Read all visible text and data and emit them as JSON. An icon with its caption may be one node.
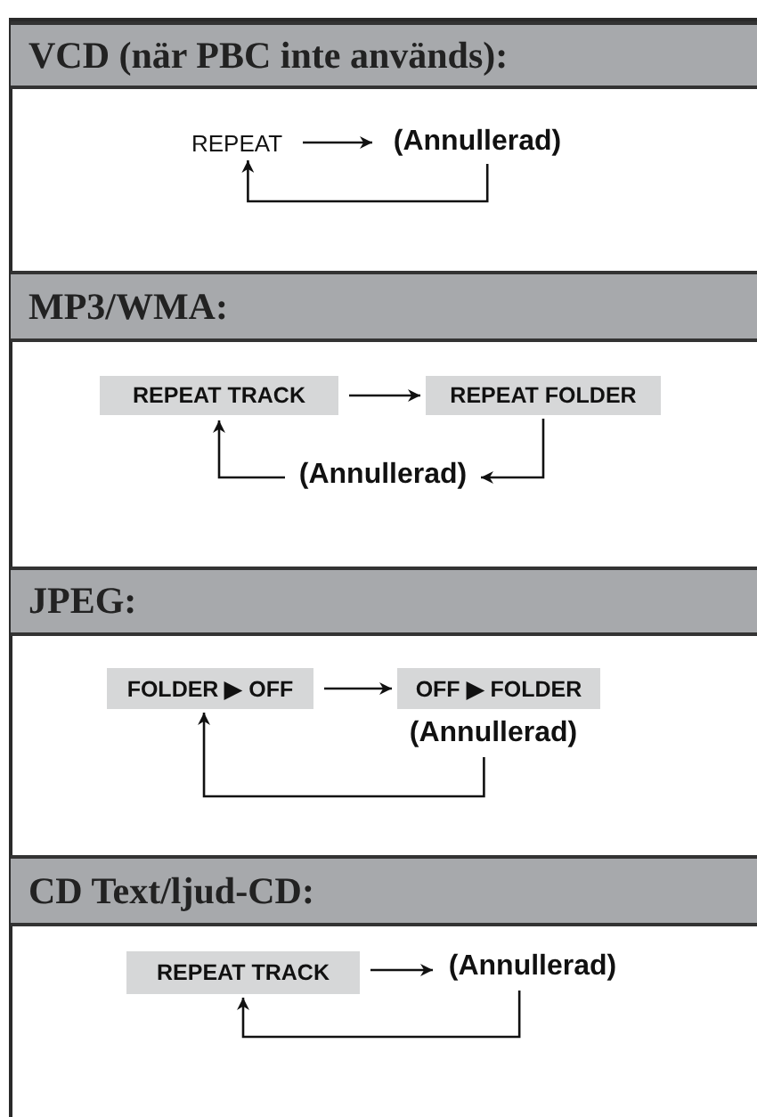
{
  "diagram": {
    "nodes": [
      {
        "text": [
          "VCD (när PBC inte används):"
        ]
      },
      {
        "text": [
          "REPEAT"
        ]
      },
      {
        "text": [
          "(Annullerad)"
        ]
      },
      {
        "text": [
          "MP3/WMA:"
        ]
      },
      {
        "text": [
          "REPEAT TRACK"
        ]
      },
      {
        "text": [
          "REPEAT FOLDER"
        ]
      },
      {
        "text": [
          "(Annullerad)"
        ]
      },
      {
        "text": [
          "JPEG:"
        ]
      },
      {
        "text": [
          "FOLDER ▶ OFF"
        ]
      },
      {
        "text": [
          "OFF ▶ FOLDER"
        ]
      },
      {
        "text": [
          "(Annullerad)"
        ]
      },
      {
        "text": [
          "CD Text/ljud-CD:"
        ]
      },
      {
        "text": [
          "REPEAT TRACK"
        ]
      },
      {
        "text": [
          "(Annullerad)"
        ]
      }
    ],
    "edges": [
      {
        "from": 1,
        "to": 2,
        "arrow": "to"
      },
      {
        "from": 2,
        "to": 1,
        "arrow": "to"
      },
      {
        "from": 4,
        "to": 5,
        "arrow": "to"
      },
      {
        "from": 5,
        "to": 6,
        "arrow": "to"
      },
      {
        "from": 6,
        "to": 4,
        "arrow": "to"
      },
      {
        "from": 8,
        "to": 9,
        "arrow": "to"
      },
      {
        "from": 10,
        "to": 8,
        "arrow": "to"
      },
      {
        "from": 12,
        "to": 13,
        "arrow": "to"
      },
      {
        "from": 13,
        "to": 12,
        "arrow": "to"
      }
    ]
  }
}
